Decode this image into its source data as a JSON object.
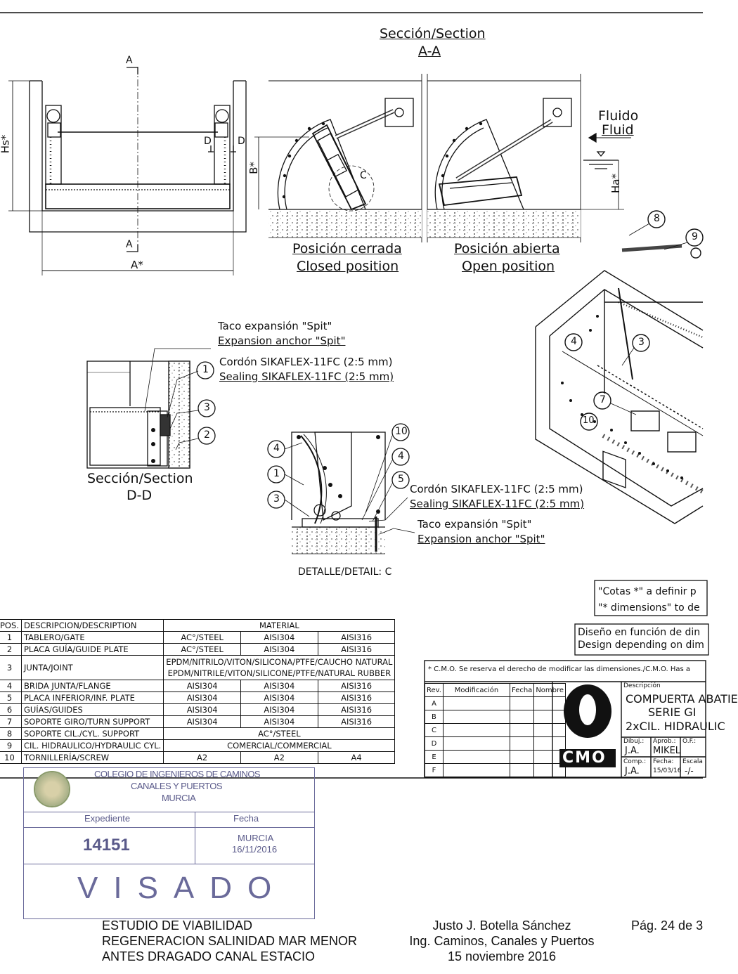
{
  "section_aa": {
    "title": "Sección/Section",
    "subtitle": "A-A"
  },
  "front_view": {
    "dim_hs": "Hs*",
    "dim_a": "A*",
    "cut_a_top": "A",
    "cut_a_bottom": "A",
    "cut_d_left": "D",
    "cut_d_right": "D"
  },
  "closed_view": {
    "dim_b": "B*",
    "detail_c": "C",
    "label_es": "Posición  cerrada",
    "label_en": "Closed  position"
  },
  "open_view": {
    "label_es": "Posición  abierta",
    "label_en": "Open  position",
    "fluid_es": "Fluido",
    "fluid_en": "Fluid",
    "dim_ha": "Ha*"
  },
  "section_dd": {
    "note1_es": "Taco expansión \"Spit\"",
    "note1_en": "Expansion anchor \"Spit\"",
    "note2_es": "Cordón SIKAFLEX-11FC (2:5 mm)",
    "note2_en": "Sealing SIKAFLEX-11FC (2:5 mm)",
    "title": "Sección/Section",
    "subtitle": "D-D",
    "balloons": [
      "1",
      "3",
      "2"
    ]
  },
  "detail_c": {
    "note1_es": "Cordón SIKAFLEX-11FC (2:5 mm)",
    "note1_en": "Sealing SIKAFLEX-11FC (2:5 mm)",
    "note2_es": "Taco expansión \"Spit\"",
    "note2_en": "Expansion anchor \"Spit\"",
    "title": "DETALLE/DETAIL: C",
    "balloons_left": [
      "4",
      "1",
      "3"
    ],
    "balloons_right": [
      "10",
      "4",
      "5"
    ]
  },
  "iso_view": {
    "balloons": [
      "8",
      "9",
      "4",
      "3",
      "7",
      "10"
    ]
  },
  "notes": {
    "cotas_es": "\"Cotas *\" a definir p",
    "cotas_en": "\"* dimensions\" to de",
    "design_es": "Diseño en función de din",
    "design_en": "Design depending on dim",
    "cmo_reserve": "* C.M.O. Se reserva el derecho de modificar las dimensiones./C.M.O. Has a"
  },
  "parts_table": {
    "headers": [
      "POS.",
      "DESCRIPCION/DESCRIPTION",
      "MATERIAL"
    ],
    "rows": [
      {
        "pos": "1",
        "desc": "TABLERO/GATE",
        "m1": "AC°/STEEL",
        "m2": "AISI304",
        "m3": "AISI316"
      },
      {
        "pos": "2",
        "desc": "PLACA GUÍA/GUIDE PLATE",
        "m1": "AC°/STEEL",
        "m2": "AISI304",
        "m3": "AISI316"
      },
      {
        "pos": "3",
        "desc": "JUNTA/JOINT",
        "wide1": "EPDM/NITRILO/VITON/SILICONA/PTFE/CAUCHO NATURAL",
        "wide2": "EPDM/NITRILE/VITON/SILICONE/PTFE/NATURAL RUBBER"
      },
      {
        "pos": "4",
        "desc": "BRIDA JUNTA/FLANGE",
        "m1": "AISI304",
        "m2": "AISI304",
        "m3": "AISI316"
      },
      {
        "pos": "5",
        "desc": "PLACA INFERIOR/INF. PLATE",
        "m1": "AISI304",
        "m2": "AISI304",
        "m3": "AISI316"
      },
      {
        "pos": "6",
        "desc": "GUÍAS/GUIDES",
        "m1": "AISI304",
        "m2": "AISI304",
        "m3": "AISI316"
      },
      {
        "pos": "7",
        "desc": "SOPORTE GIRO/TURN SUPPORT",
        "m1": "AISI304",
        "m2": "AISI304",
        "m3": "AISI316"
      },
      {
        "pos": "8",
        "desc": "SOPORTE CIL./CYL. SUPPORT",
        "wide": "AC°/STEEL"
      },
      {
        "pos": "9",
        "desc": "CIL. HIDRAULICO/HYDRAULIC CYL.",
        "wide": "COMERCIAL/COMMERCIAL"
      },
      {
        "pos": "10",
        "desc": "TORNILLERÍA/SCREW",
        "m1": "A2",
        "m2": "A2",
        "m3": "A4"
      }
    ]
  },
  "revision_block": {
    "headers": [
      "Rev.",
      "Modificación",
      "Fecha",
      "Nombre"
    ],
    "revs": [
      "A",
      "B",
      "C",
      "D",
      "E",
      "F"
    ]
  },
  "title_block": {
    "logo": "CMO",
    "desc_label": "Descripción",
    "line1": "COMPUERTA ABATIE",
    "line2": "SERIE GI",
    "line3": "2xCIL. HIDRAULIC",
    "dibuj_label": "Dibuj.:",
    "dibuj_value": "J.A.",
    "aprob_label": "Aprob.:",
    "aprob_value": "MIKEL",
    "of_label": "O.F.:",
    "comp_label": "Comp.:",
    "comp_value": "J.A.",
    "fecha_label": "Fecha:",
    "fecha_value": "15/03/16",
    "escala_label": "Escala",
    "escala_value": "-/-"
  },
  "stamp": {
    "college_line1": "COLEGIO DE INGENIEROS DE CAMINOS",
    "college_line2": "CANALES Y PUERTOS",
    "college_line3": "MURCIA",
    "expediente_label": "Expediente",
    "fecha_label": "Fecha",
    "expediente_value": "14151",
    "fecha_line1": "MURCIA",
    "fecha_line2": "16/11/2016",
    "visado": "VISADO"
  },
  "footer": {
    "left1": "ESTUDIO DE VIABILIDAD",
    "left2": "REGENERACION SALINIDAD MAR MENOR",
    "left3": "ANTES DRAGADO CANAL ESTACIO",
    "mid1": "Justo J. Botella Sánchez",
    "mid2": "Ing. Caminos, Canales y Puertos",
    "mid3": "15 noviembre 2016",
    "page": "Pág. 24 de 3"
  }
}
